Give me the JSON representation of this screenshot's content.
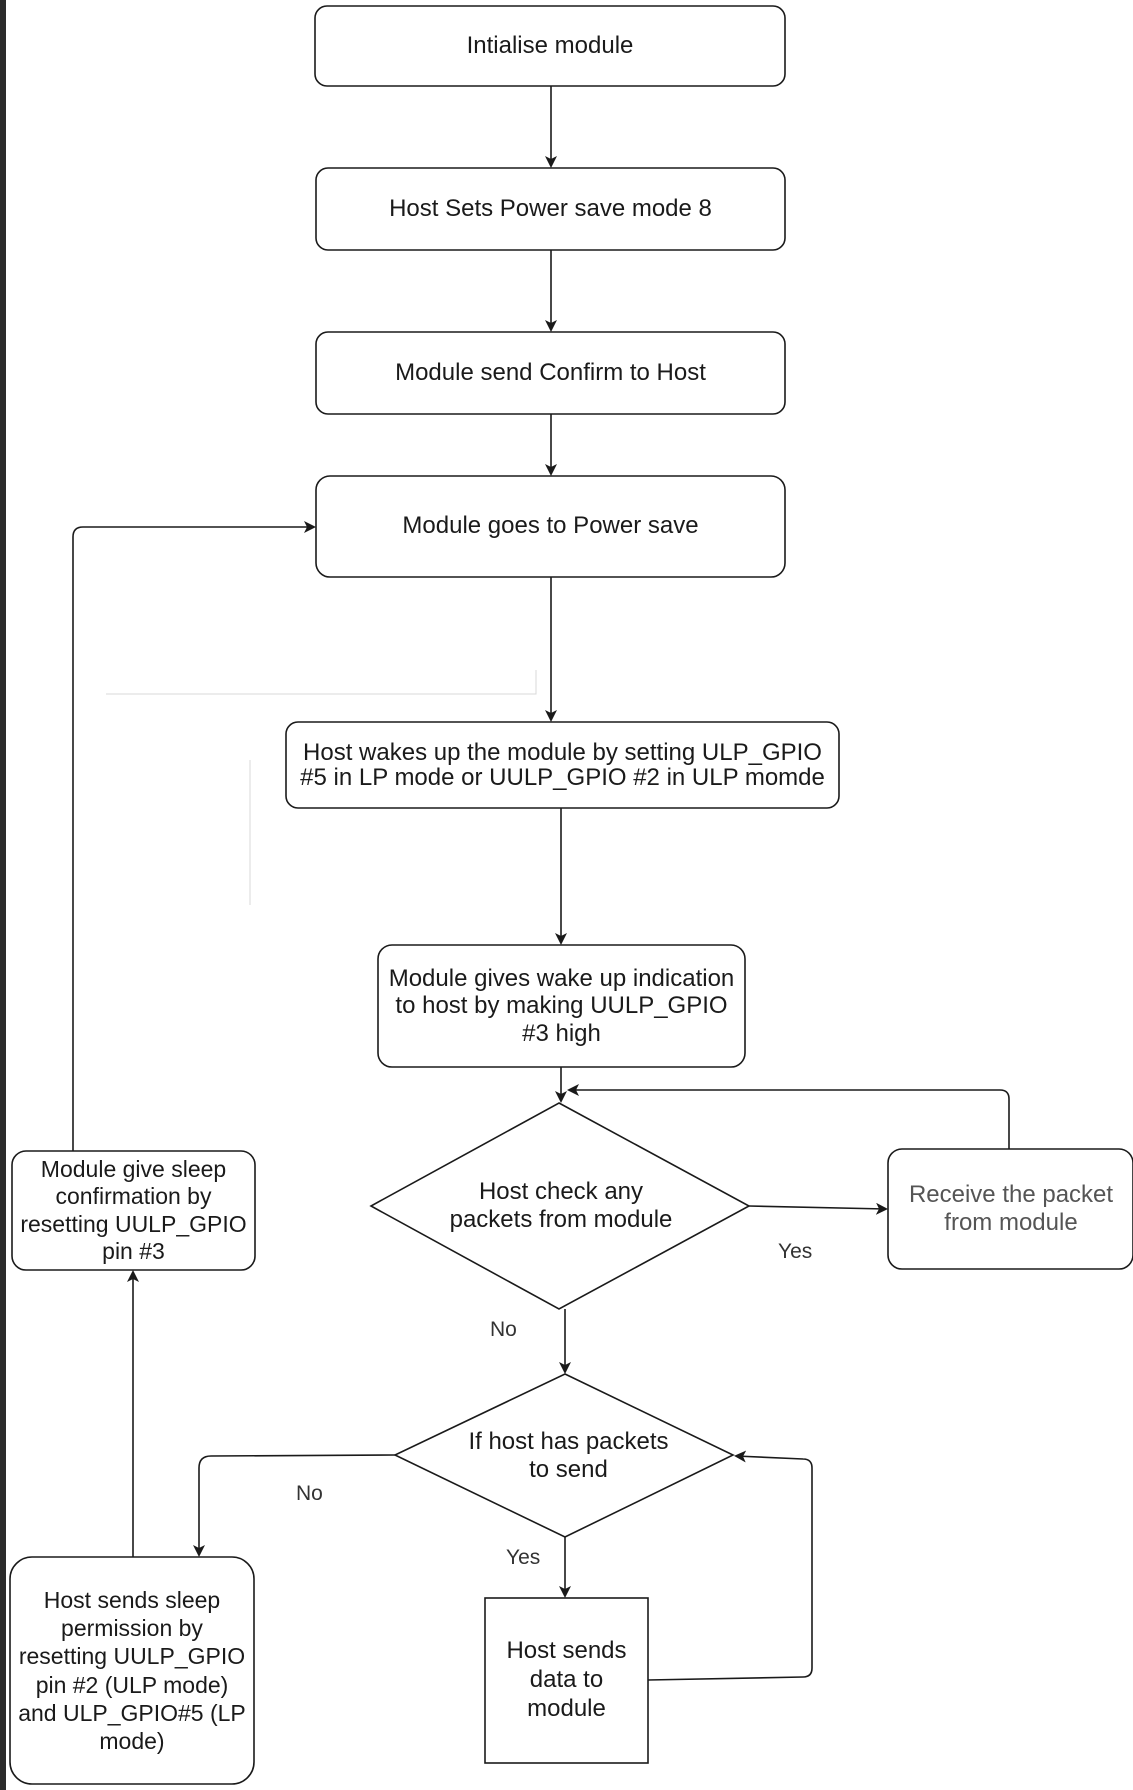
{
  "nodes": {
    "init": "Intialise module",
    "set_ps": "Host Sets Power save mode 8",
    "confirm": "Module send Confirm to Host",
    "power_save": "Module goes to Power save",
    "wake": "Host wakes up the module by setting ULP_GPIO #5 in LP mode or UULP_GPIO #2 in ULP momde",
    "wake_ind": "Module gives wake up indication to host by making UULP_GPIO #3 high",
    "check_packets": "Host check any packets from module",
    "receive": "Receive the packet from module",
    "has_packets": "If host has packets to send",
    "send_data": "Host sends data to module",
    "sleep_perm": "Host sends sleep permission by resetting UULP_GPIO pin #2 (ULP mode) and ULP_GPIO#5 (LP mode)",
    "sleep_conf": "Module give sleep confirmation by resetting UULP_GPIO pin #3"
  },
  "edge_labels": {
    "yes_receive": "Yes",
    "no_check": "No",
    "no_sleep": "No",
    "yes_send": "Yes"
  },
  "colors": {
    "stroke": "#1a1a1a",
    "background": "#ffffff",
    "frame": "#2b2b2b"
  }
}
